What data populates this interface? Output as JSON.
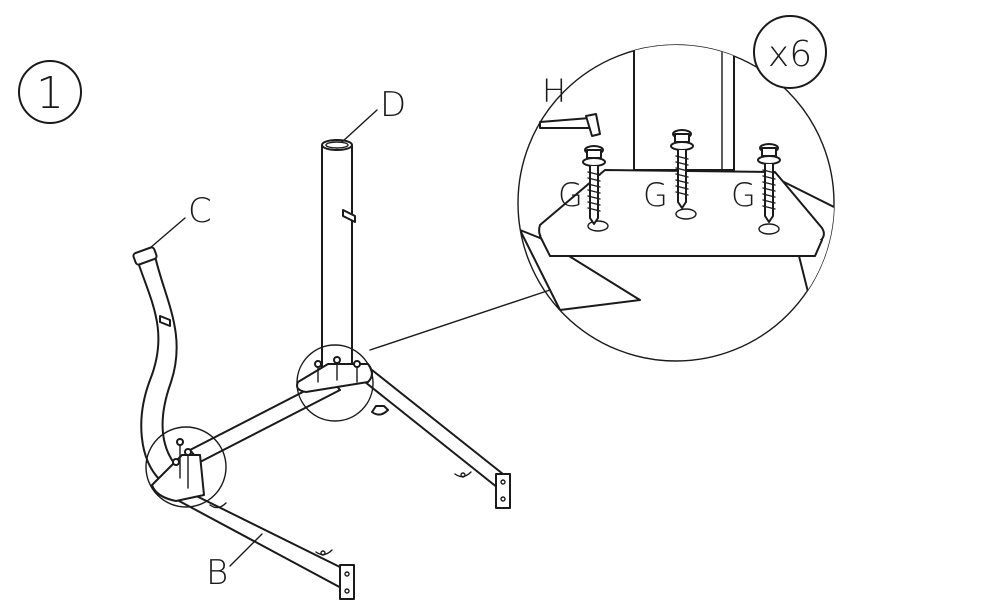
{
  "step": {
    "number": "1"
  },
  "parts": {
    "B": "B",
    "C": "C",
    "D": "D",
    "H": "H",
    "G": "G"
  },
  "quantity": "x6",
  "colors": {
    "ink": "#1a1a1a",
    "paper": "#ffffff"
  }
}
